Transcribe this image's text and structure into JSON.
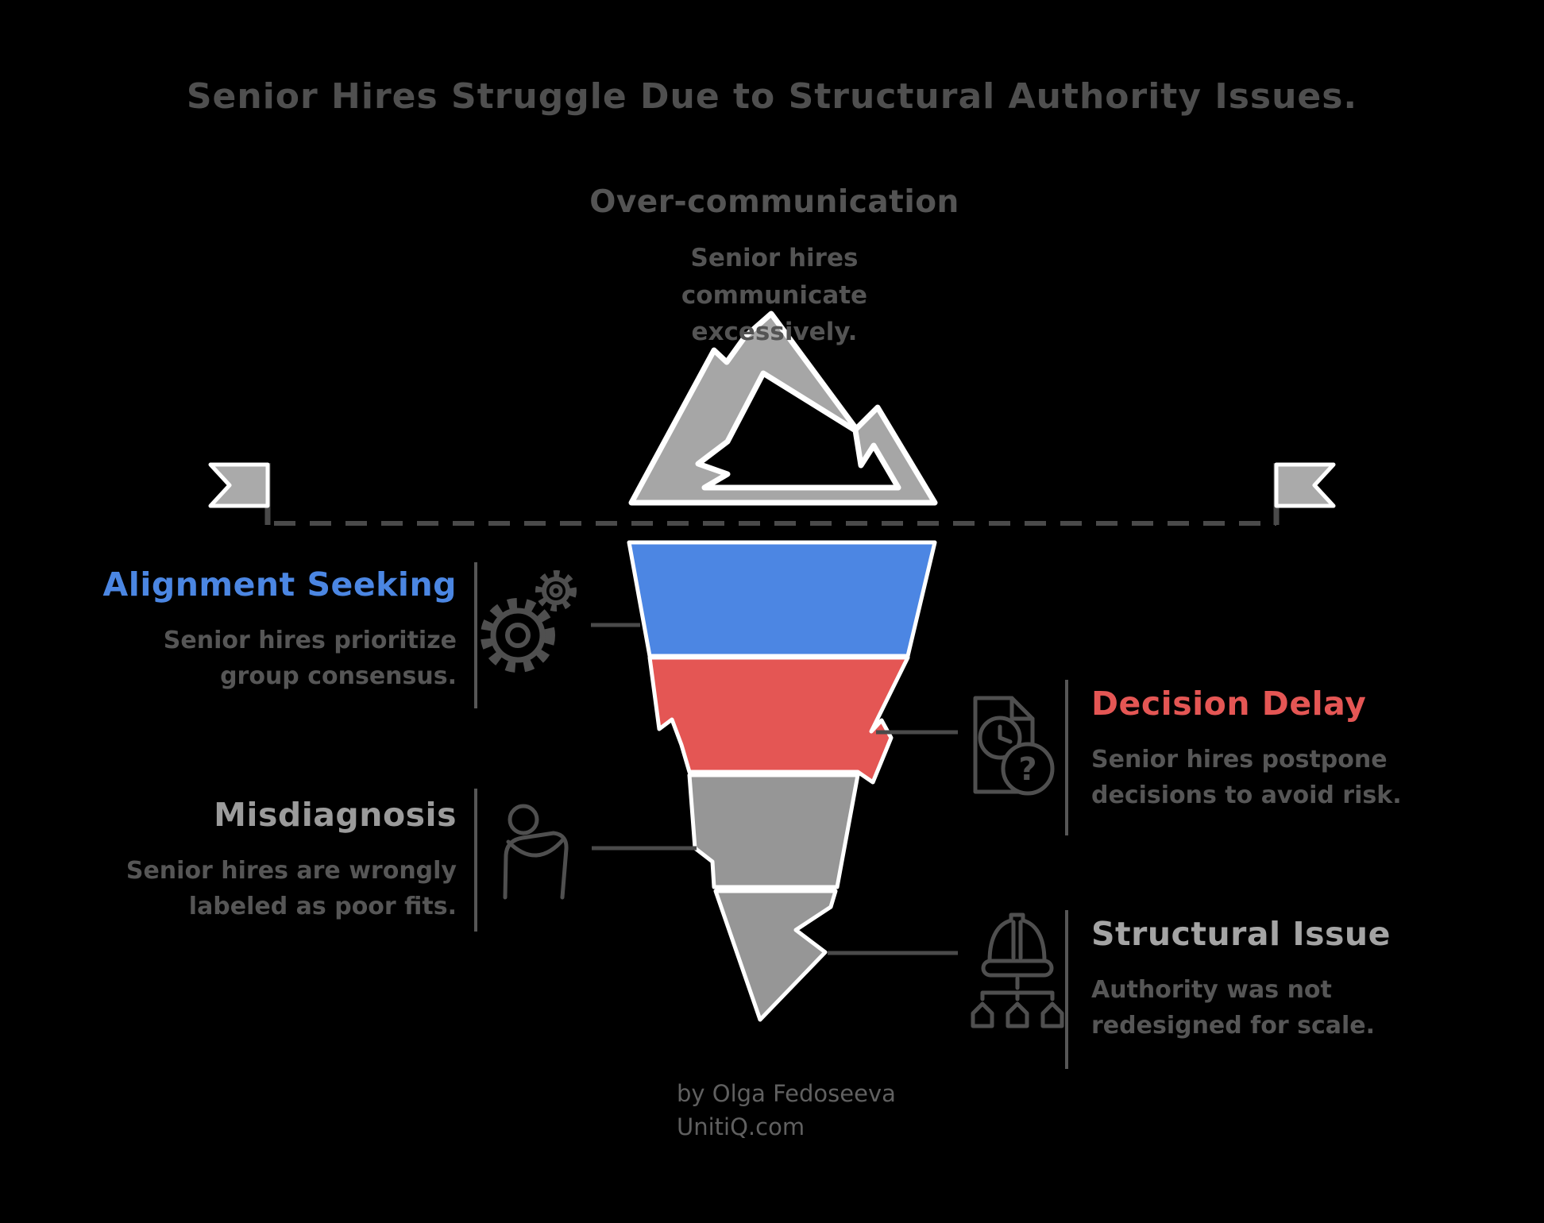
{
  "title": "Senior Hires Struggle Due to Structural Authority Issues.",
  "surface": {
    "heading": "Over-communication",
    "description": "Senior hires communicate excessively."
  },
  "sections": {
    "alignment": {
      "heading": "Alignment Seeking",
      "description": "Senior hires prioritize group consensus.",
      "icon": "gears-icon"
    },
    "decision": {
      "heading": "Decision Delay",
      "description": "Senior hires postpone decisions to avoid risk.",
      "icon": "document-clock-question-icon"
    },
    "misdiagnosis": {
      "heading": "Misdiagnosis",
      "description": "Senior hires are wrongly labeled as poor fits.",
      "icon": "person-icon"
    },
    "structural": {
      "heading": "Structural Issue",
      "description": "Authority was not redesigned for scale.",
      "icon": "hard-hat-hierarchy-icon"
    }
  },
  "footer": {
    "byline": "by Olga Fedoseeva",
    "website": "UnitiQ.com"
  },
  "icons": {
    "question_glyph": "?"
  },
  "colors": {
    "background": "#000000",
    "title_text": "#4f4f4f",
    "surface_text": "#545454",
    "body_text": "#565656",
    "alignment_accent": "#4b86e2",
    "decision_accent": "#e45654",
    "misdiagnosis_accent": "#9b9b9b",
    "structural_accent": "#a4a4a4",
    "iceberg_blue": "#4c86e3",
    "iceberg_red": "#e45654",
    "iceberg_gray": "#969696",
    "mountain_gray": "#a6a6a6",
    "flag_gray": "#aaaaaa",
    "line_gray": "#4a4a4a",
    "divider_gray": "#565656",
    "footer_text": "#606060"
  }
}
